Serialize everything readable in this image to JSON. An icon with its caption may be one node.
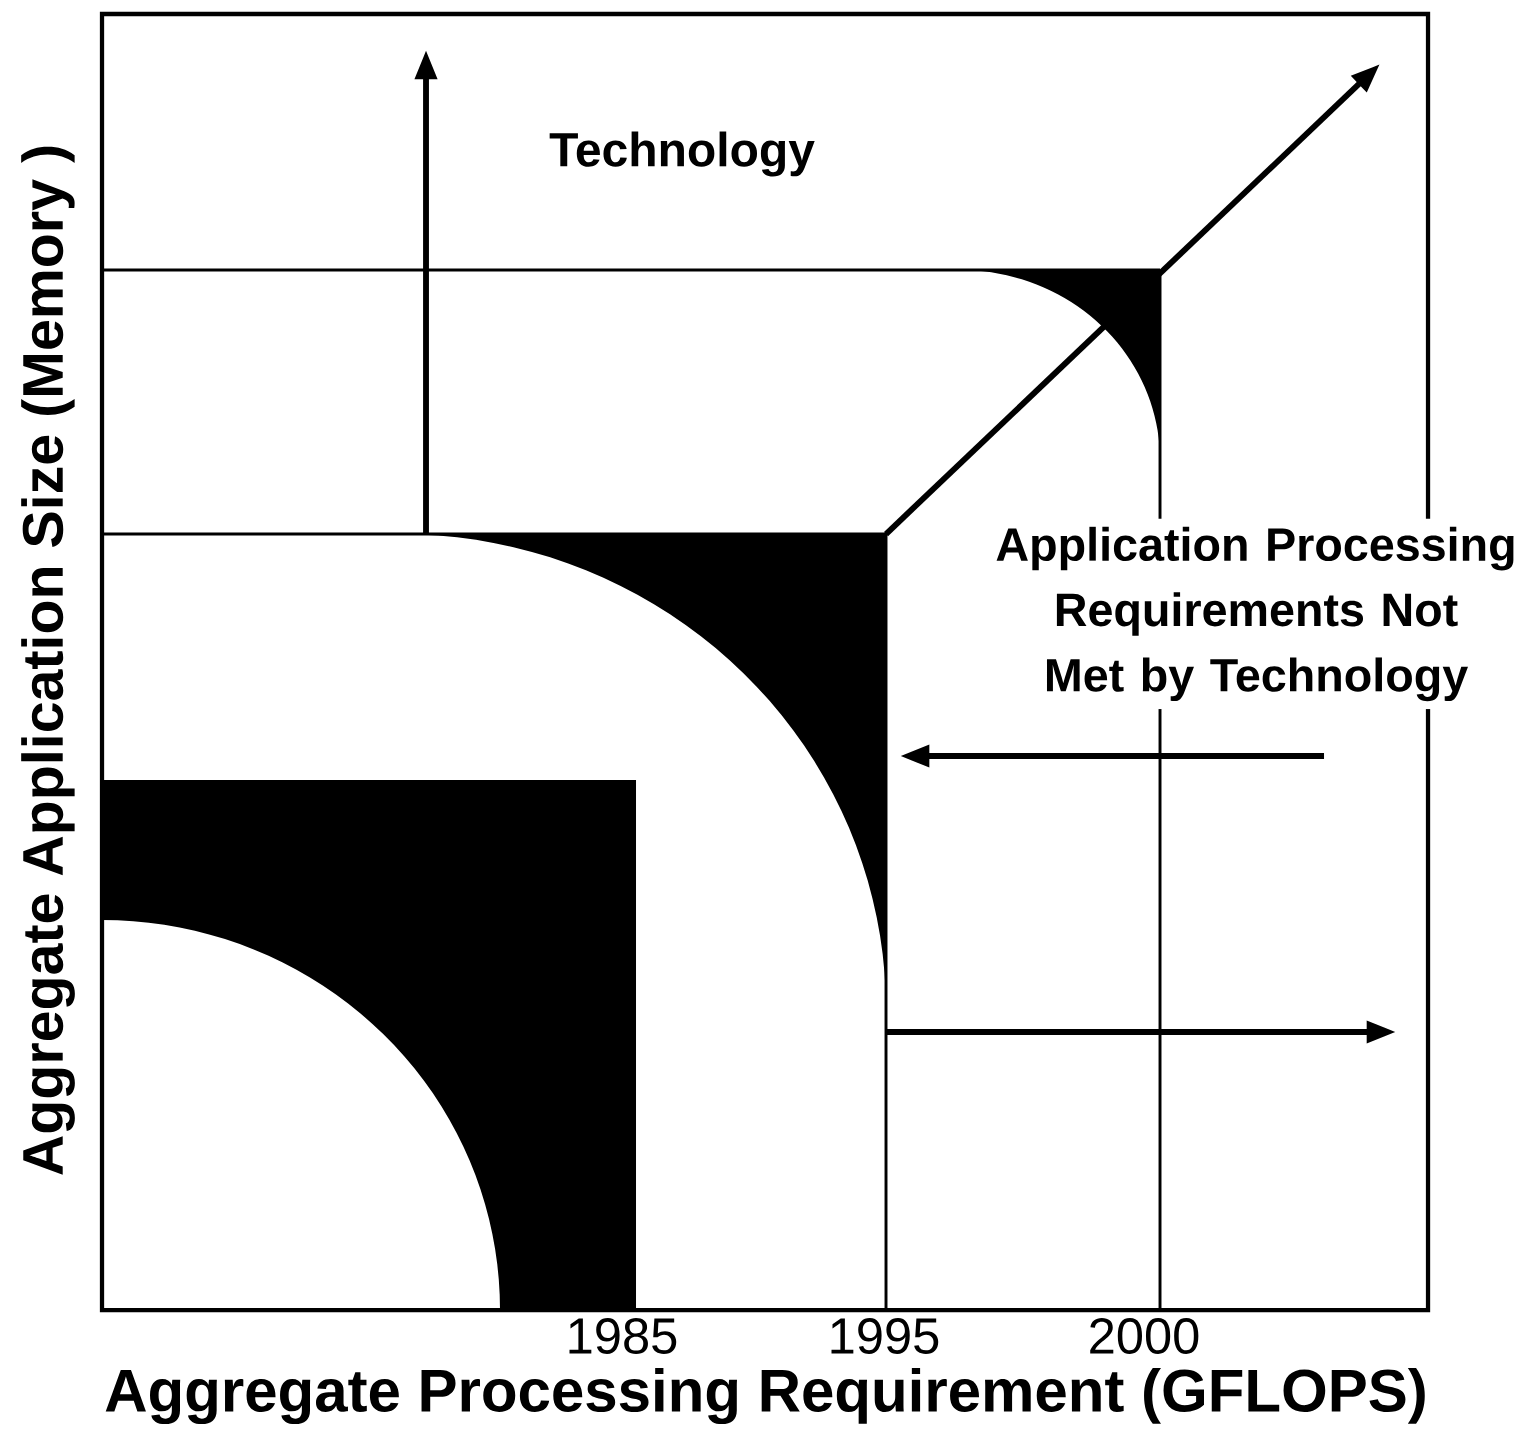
{
  "diagram": {
    "labels": [
      "Aggregate Application Size (Memory )",
      "Technology",
      "Application Processing Requirements Not Met by Technology",
      "1985",
      "1995",
      "2000",
      "Aggregate Processing Requirement (GFLOPS)"
    ]
  }
}
